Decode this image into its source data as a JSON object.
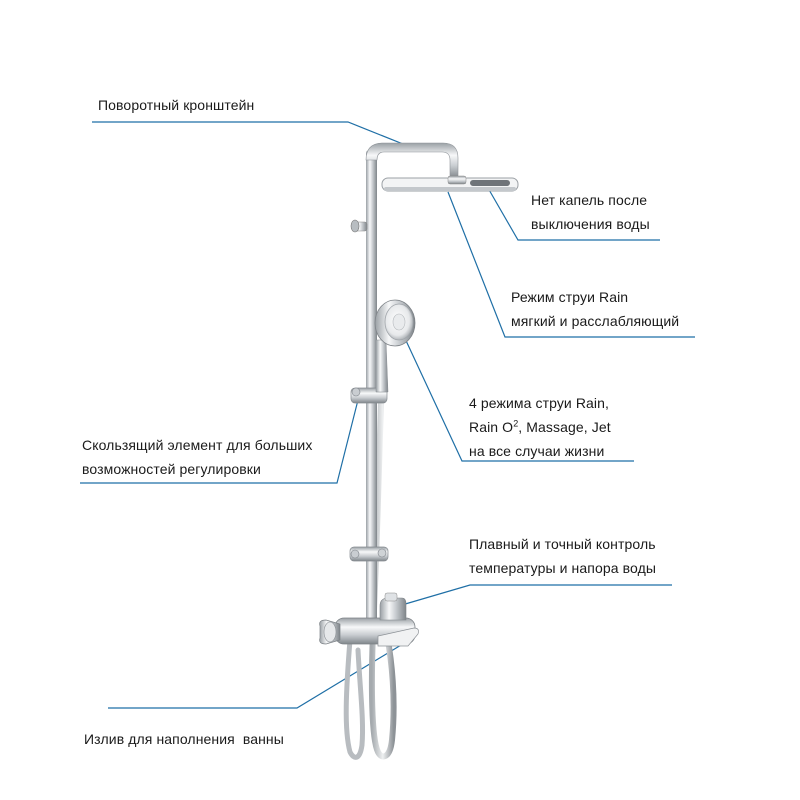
{
  "callouts": {
    "swivel_arm": {
      "lines": [
        "Поворотный кронштейн"
      ]
    },
    "no_drip": {
      "lines": [
        "Нет капель после",
        "выключения воды"
      ]
    },
    "rain_mode": {
      "lines": [
        "Режим струи Rain",
        "мягкий и расслабляющий"
      ]
    },
    "hand_shower_modes": {
      "line1": "4 режима струи Rain,",
      "line2_pre": "Rain O",
      "line2_sup": "2",
      "line2_post": ", Massage, Jet",
      "line3": "на все случаи жизни"
    },
    "slider": {
      "lines": [
        "Скользящий элемент для больших",
        "возможностей регулировки"
      ]
    },
    "thermostat": {
      "lines": [
        "Плавный и точный контроль",
        "температуры и напора воды"
      ]
    },
    "spout": {
      "lines": [
        "Излив для наполнения  ванны"
      ]
    }
  },
  "colors": {
    "leader_line": "#1f6fa6",
    "text": "#1a1a1a",
    "chrome_dark": "#8c9196",
    "chrome_light": "#f4f5f6",
    "background": "#ffffff"
  }
}
